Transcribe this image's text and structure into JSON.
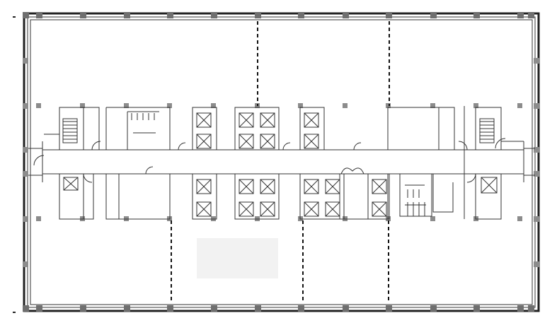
{
  "plan": {
    "colors": {
      "background": "#ffffff",
      "wall": "#222222",
      "column": "#6f6f6f",
      "wash_patch": "#f2f2f2"
    },
    "core": {
      "elevator_banks": 4,
      "stairs": 2,
      "restrooms": 2
    },
    "office_zones": 6
  }
}
